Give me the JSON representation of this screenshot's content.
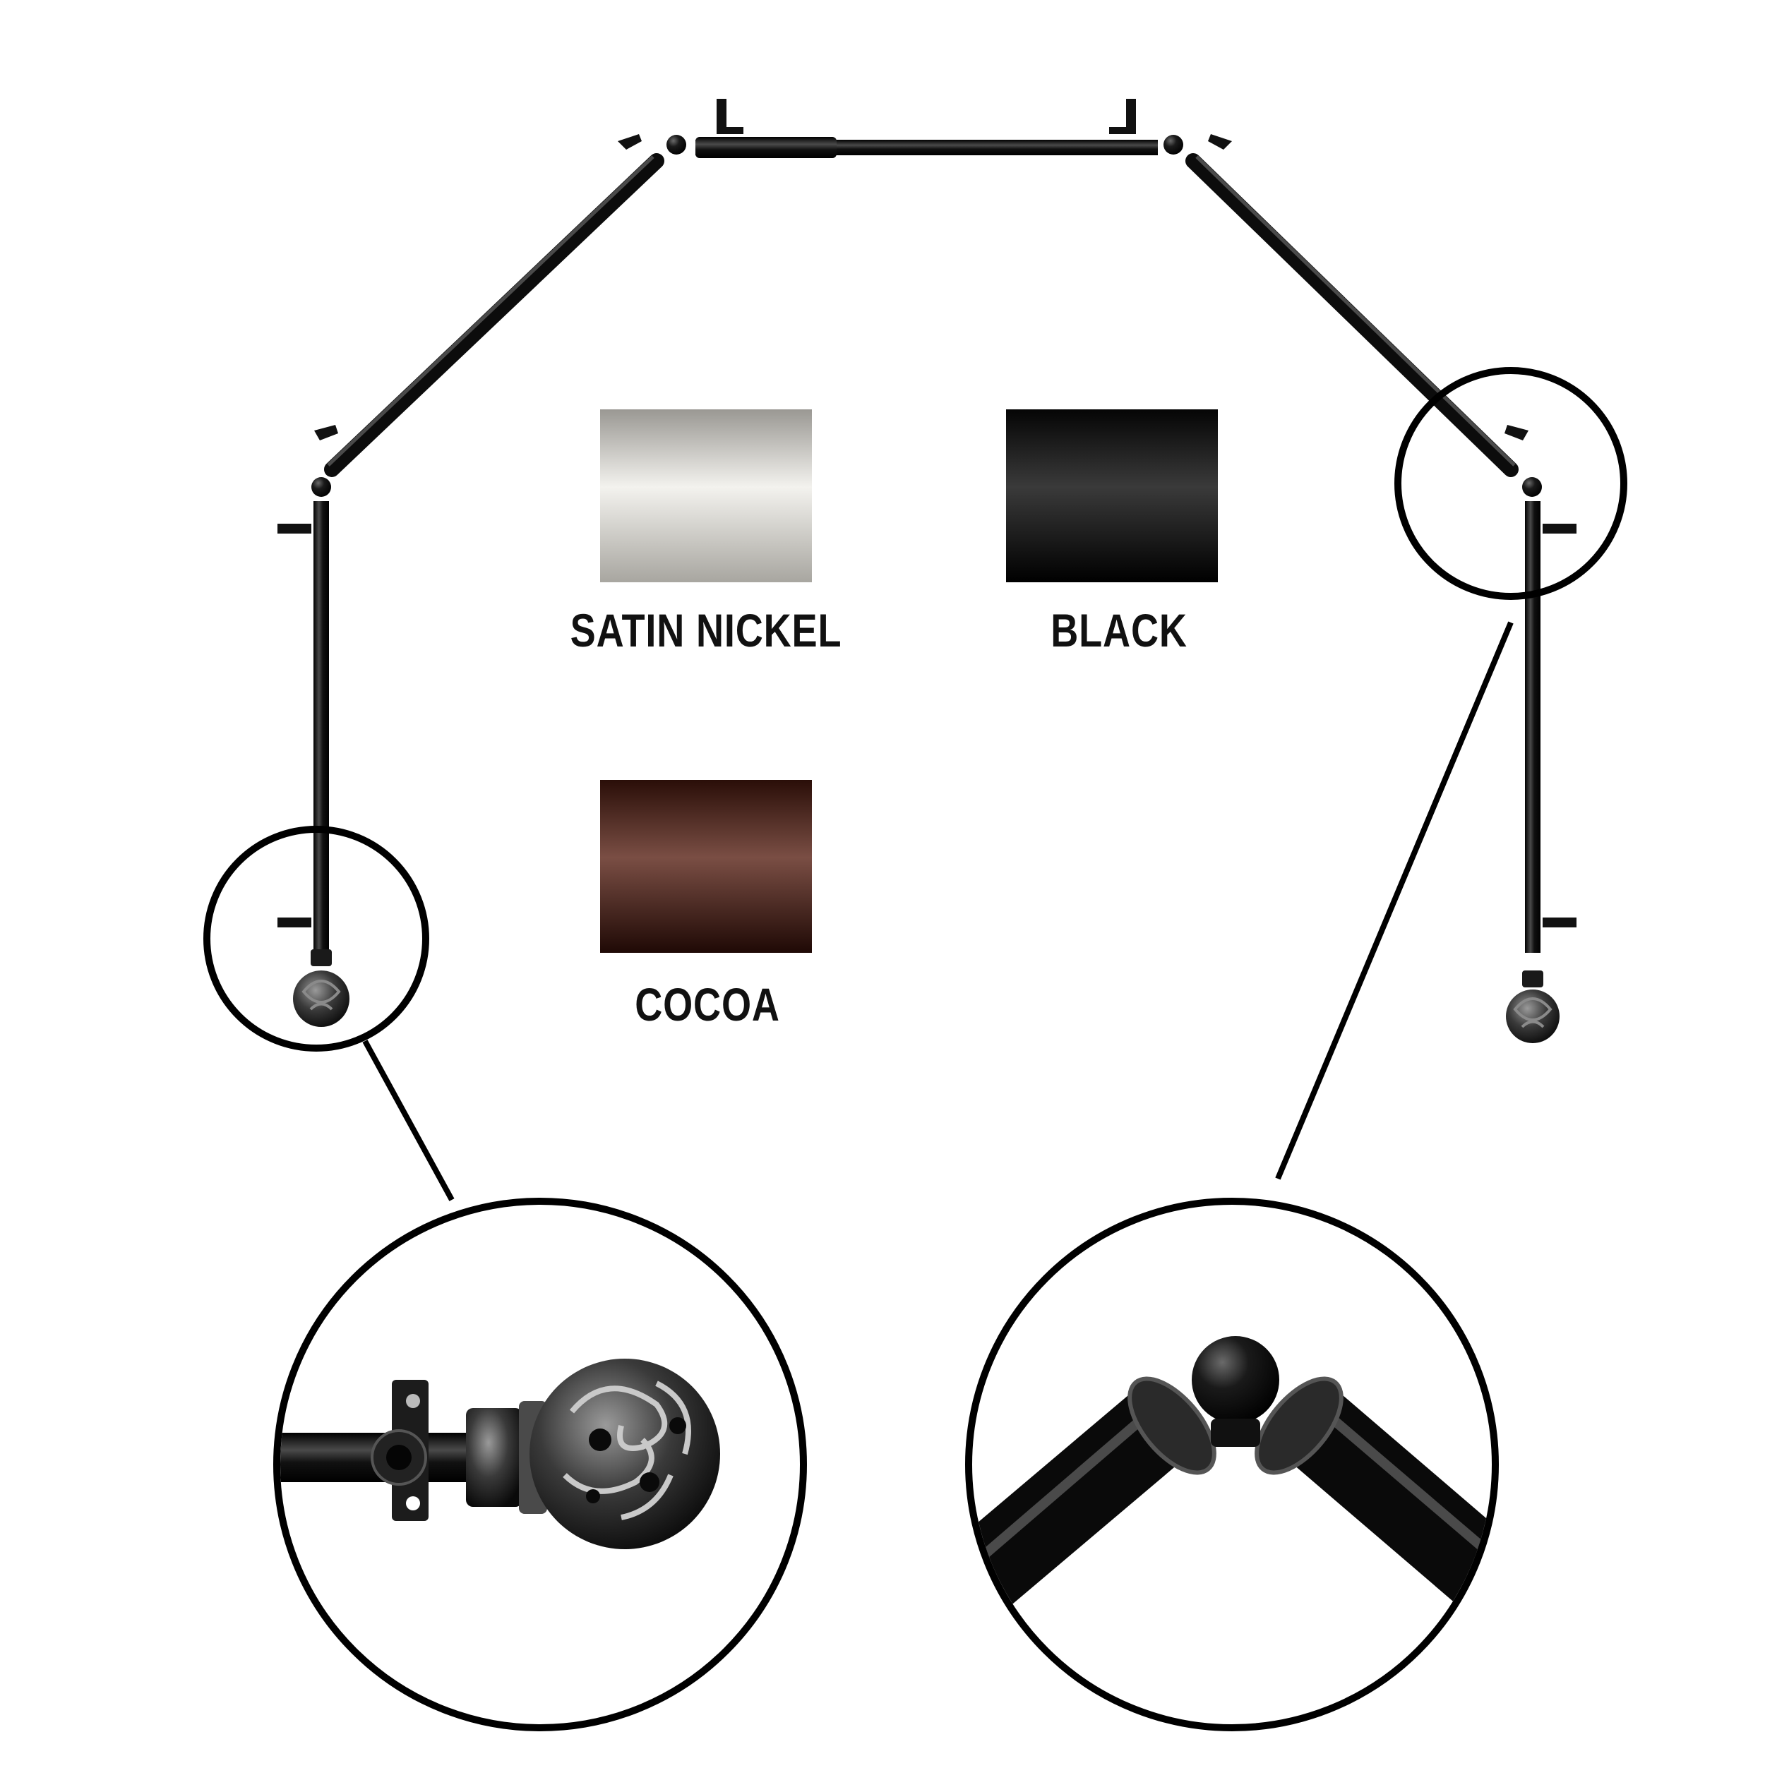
{
  "swatches": [
    {
      "label": "SATIN NICKEL",
      "top_color": "#9a9893",
      "mid_color": "#f3f2ee",
      "bottom_color": "#a8a6a0"
    },
    {
      "label": "BLACK",
      "top_color": "#050505",
      "mid_color": "#3a3a3a",
      "bottom_color": "#000000"
    },
    {
      "label": "COCOA",
      "top_color": "#2a0e08",
      "mid_color": "#7a4e44",
      "bottom_color": "#1f0905"
    }
  ],
  "colors": {
    "rod": "#0d0d0d",
    "rod_highlight": "#3c3c3c",
    "callout_line": "#000000",
    "finial": "#2b2b2b",
    "finial_highlight": "#8a8a8a"
  }
}
